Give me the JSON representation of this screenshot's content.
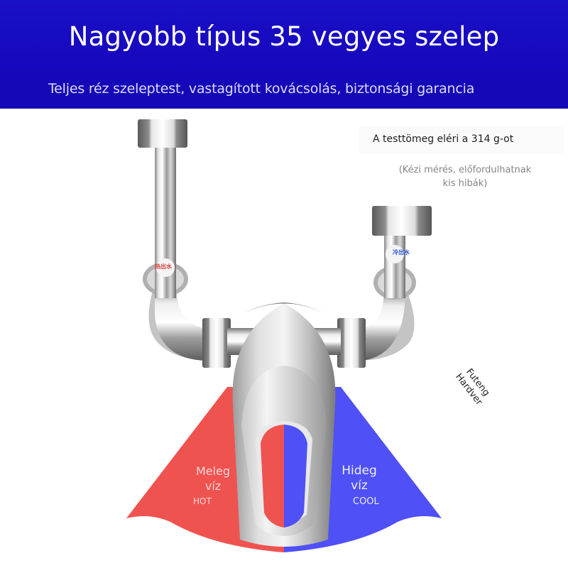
{
  "banner": {
    "title": "Nagyobb típus 35 vegyes szelep",
    "subtitle": "Teljes réz szeleptest, vastagított kovácsolás, biztonsági garancia",
    "background_color": "#1608bc"
  },
  "weight": {
    "text": "A testtömeg eléri a 314 g-ot",
    "note_line1": "(Kézi mérés, előfordulhatnak",
    "note_line2": "kis hibák)"
  },
  "brand": {
    "line1": "Futeng",
    "line2": "Hardver"
  },
  "pipes": {
    "hot_tag": "热出水",
    "cold_tag": "冷出水"
  },
  "zones": {
    "hot": {
      "name_line1": "Meleg",
      "name_line2": "víz",
      "code": "HOT",
      "color": "#ef5350"
    },
    "cold": {
      "name_line1": "Hideg",
      "name_line2": "víz",
      "code": "COOL",
      "color": "#4f50f5"
    }
  }
}
